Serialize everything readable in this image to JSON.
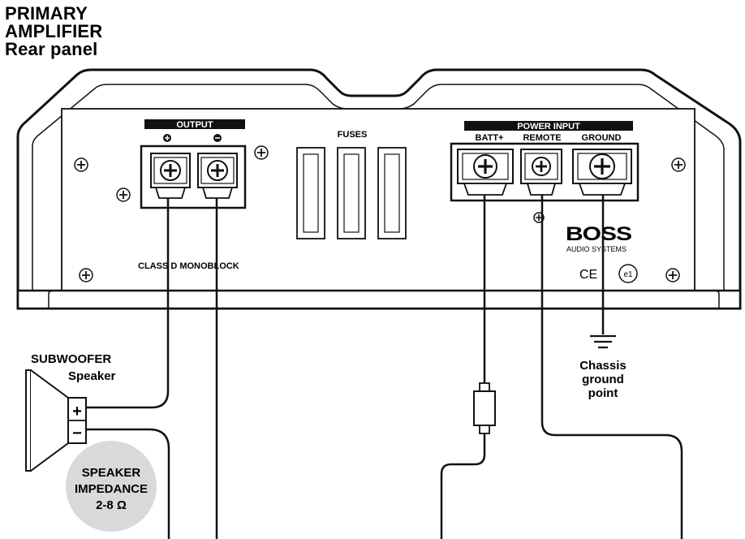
{
  "title": {
    "line1": "PRIMARY",
    "line2": "AMPLIFIER",
    "line3": "Rear panel"
  },
  "panel": {
    "output_label": "OUTPUT",
    "output_plus": "+",
    "output_minus": "−",
    "fuses_label": "FUSES",
    "power_input_label": "POWER INPUT",
    "batt_label": "BATT+",
    "remote_label": "REMOTE",
    "ground_label": "GROUND",
    "class_label": "CLASS D MONOBLOCK",
    "brand_logo": "BOSS",
    "brand_sub": "AUDIO SYSTEMS",
    "ce_mark": "CE",
    "e_mark": "e1"
  },
  "subwoofer": {
    "title": "SUBWOOFER",
    "subtitle": "Speaker",
    "plus": "+",
    "minus": "−"
  },
  "impedance": {
    "line1": "SPEAKER",
    "line2": "IMPEDANCE",
    "line3": "2-8 Ω"
  },
  "ground": {
    "line1": "Chassis",
    "line2": "ground",
    "line3": "point"
  },
  "colors": {
    "line": "#111111",
    "panel_fill": "#ffffff",
    "impedance_circle": "#d9d9d9",
    "label_bar": "#111111"
  }
}
